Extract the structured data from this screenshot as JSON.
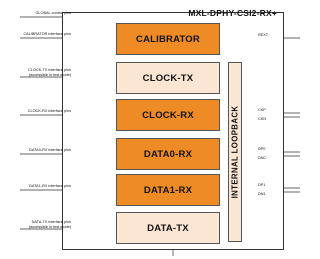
{
  "title": "MXL-DPHY-CSI2-RX+",
  "blocks": [
    {
      "label": "CALIBRATOR"
    },
    {
      "label": "CLOCK-TX"
    },
    {
      "label": "CLOCK-RX"
    },
    {
      "label": "DATA0-RX"
    },
    {
      "label": "DATA1-RX"
    },
    {
      "label": "DATA-TX"
    }
  ],
  "loopback_label": "INTERNAL LOOPBACK",
  "input_labels": {
    "global": "GLOBAL control pins",
    "calibrator": "CALIBRATOR interface pins",
    "clock_tx_1": "CLOCK-TX interface pins",
    "clock_tx_2": "(accessible in test mode)",
    "clock_rx": "CLOCK-RX interface pins",
    "data0_rx": "DATA0-RX interface pins",
    "data1_rx": "DATA1-RX interface pins",
    "data_tx_1": "DATA-TX interface pins",
    "data_tx_2": "(accessible in test mode)"
  },
  "output_labels": {
    "rext": "REXT",
    "ckp": "CKP",
    "ckn": "CKN",
    "dp0": "DP0",
    "dn0": "DN0",
    "dp1": "DP1",
    "dn1": "DN1"
  },
  "colors": {
    "calibrator_fill": "#ef8b24",
    "light_fill": "#fbe6d4",
    "wire": "#333333"
  }
}
